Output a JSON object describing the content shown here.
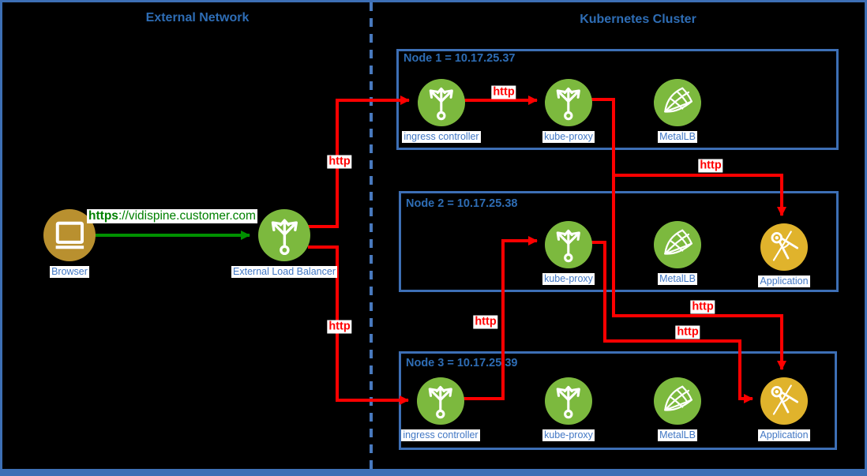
{
  "colors": {
    "bg_black": "#000000",
    "border_blue": "#3d6fb5",
    "dash_blue": "#4879be",
    "title_blue": "#2e6db5",
    "label_blue": "#4177c4",
    "arrow_red": "#ff0000",
    "arrow_green": "#009100",
    "url_green": "#008000",
    "circle_green": "#7cb93e",
    "browser_gold": "#b9902f",
    "app_gold": "#e0b32c"
  },
  "sections": {
    "external_network": {
      "title": "External Network"
    },
    "kubernetes_cluster": {
      "title": "Kubernetes Cluster"
    }
  },
  "external": {
    "browser": {
      "label": "Browser",
      "icon": "monitor-icon"
    },
    "load_balancer": {
      "label": "External Load Balancer",
      "icon": "branch-arrows-icon"
    },
    "request_url": {
      "protocol": "https",
      "rest": "://vidispine.customer.com"
    }
  },
  "http_label": "http",
  "nodes": [
    {
      "title": "Node 1 = 10.17.25.37",
      "components": [
        {
          "label": "ingress controller",
          "icon": "branch-arrows-icon",
          "color": "green"
        },
        {
          "label": "kube-proxy",
          "icon": "branch-arrows-icon",
          "color": "green"
        },
        {
          "label": "MetalLB",
          "icon": "metallb-net-icon",
          "color": "green"
        }
      ]
    },
    {
      "title": "Node 2 = 10.17.25.38",
      "components": [
        {
          "label": "kube-proxy",
          "icon": "branch-arrows-icon",
          "color": "green"
        },
        {
          "label": "MetalLB",
          "icon": "metallb-net-icon",
          "color": "green"
        },
        {
          "label": "Application",
          "icon": "compass-icon",
          "color": "gold"
        }
      ]
    },
    {
      "title": "Node 3 = 10.17.25.39",
      "components": [
        {
          "label": "ingress controller",
          "icon": "branch-arrows-icon",
          "color": "green"
        },
        {
          "label": "kube-proxy",
          "icon": "branch-arrows-icon",
          "color": "green"
        },
        {
          "label": "MetalLB",
          "icon": "metallb-net-icon",
          "color": "green"
        },
        {
          "label": "Application",
          "icon": "compass-icon",
          "color": "gold"
        }
      ]
    }
  ],
  "connections": [
    {
      "from": "browser",
      "to": "external-load-balancer",
      "label": "https://vidispine.customer.com"
    },
    {
      "from": "external-load-balancer",
      "to": "node1-ingress-controller",
      "label": "http"
    },
    {
      "from": "external-load-balancer",
      "to": "node3-ingress-controller",
      "label": "http"
    },
    {
      "from": "node1-ingress-controller",
      "to": "node1-kube-proxy",
      "label": "http"
    },
    {
      "from": "node1-kube-proxy",
      "to": "node2-application",
      "label": "http"
    },
    {
      "from": "node1-kube-proxy",
      "to": "node3-application",
      "label": "http"
    },
    {
      "from": "node2-kube-proxy",
      "to": "node3-application",
      "label": "http"
    },
    {
      "from": "node3-ingress-controller",
      "to": "node2-kube-proxy",
      "label": "http"
    }
  ]
}
